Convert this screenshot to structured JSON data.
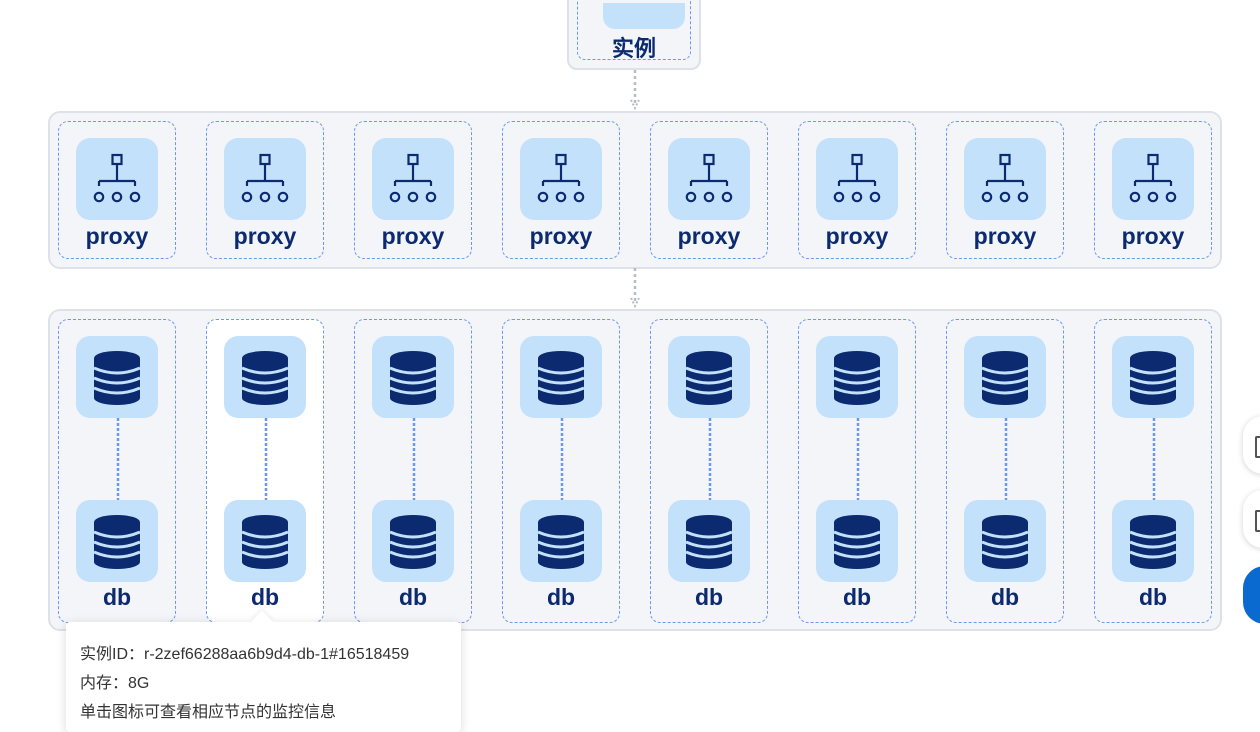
{
  "instance": {
    "label": "实例",
    "icon": "instance-icon"
  },
  "proxy_layer": {
    "nodes": [
      {
        "label": "proxy",
        "icon": "proxy-hierarchy-icon"
      },
      {
        "label": "proxy",
        "icon": "proxy-hierarchy-icon"
      },
      {
        "label": "proxy",
        "icon": "proxy-hierarchy-icon"
      },
      {
        "label": "proxy",
        "icon": "proxy-hierarchy-icon"
      },
      {
        "label": "proxy",
        "icon": "proxy-hierarchy-icon"
      },
      {
        "label": "proxy",
        "icon": "proxy-hierarchy-icon"
      },
      {
        "label": "proxy",
        "icon": "proxy-hierarchy-icon"
      },
      {
        "label": "proxy",
        "icon": "proxy-hierarchy-icon"
      }
    ]
  },
  "db_layer": {
    "nodes": [
      {
        "label": "db",
        "icon": "database-icon"
      },
      {
        "label": "db",
        "icon": "database-icon"
      },
      {
        "label": "db",
        "icon": "database-icon"
      },
      {
        "label": "db",
        "icon": "database-icon"
      },
      {
        "label": "db",
        "icon": "database-icon"
      },
      {
        "label": "db",
        "icon": "database-icon"
      },
      {
        "label": "db",
        "icon": "database-icon"
      },
      {
        "label": "db",
        "icon": "database-icon"
      }
    ]
  },
  "tooltip": {
    "instance_id": "实例ID：r-2zef66288aa6b9d4-db-1#16518459",
    "memory": "内存：8G",
    "hint": "单击图标可查看相应节点的监控信息"
  },
  "colors": {
    "panel_bg": "#f3f5f9",
    "panel_border": "#dde1e8",
    "dashed_border": "#6b98ef",
    "icon_tile": "#c4e1fc",
    "icon_dark": "#0b2a6f",
    "primary_button": "#0a6ad0"
  }
}
